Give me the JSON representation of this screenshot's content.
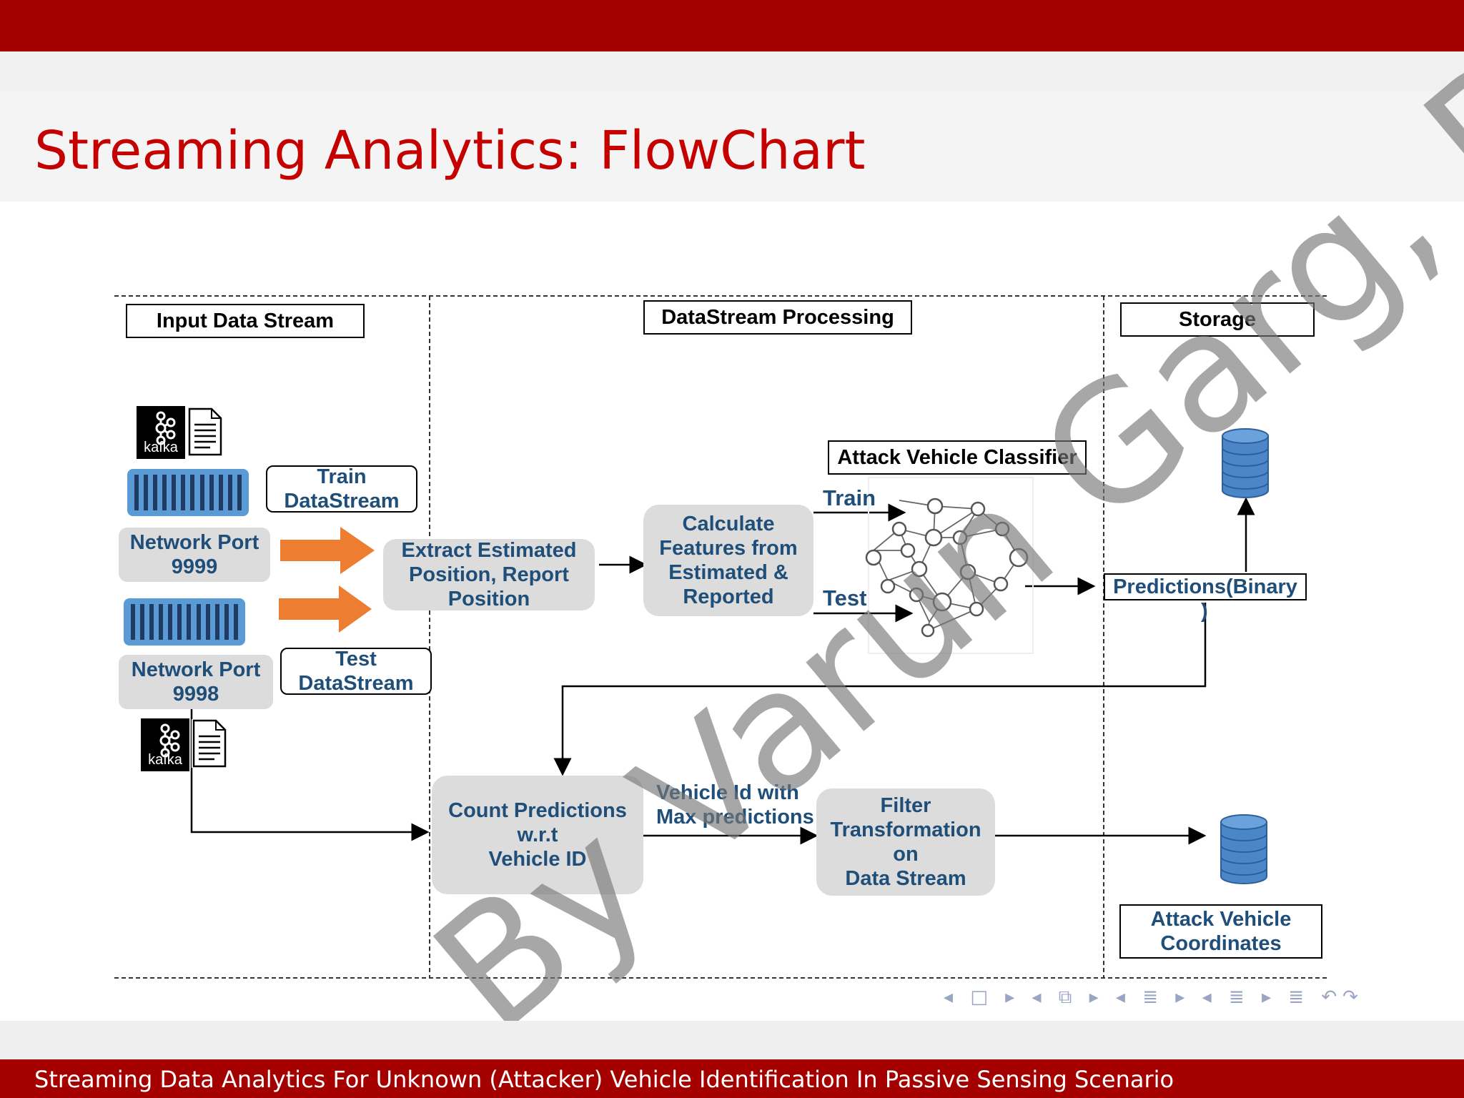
{
  "slide": {
    "title": "Streaming Analytics:  FlowChart",
    "footer": "Streaming Data Analytics For Unknown (Attacker) Vehicle Identification In Passive Sensing Scenario",
    "watermark": "By Varun Garg, Ph",
    "nav_symbols": "◂ □ ▸ ◂ ⧉ ▸ ◂ ≣ ▸ ◂ ≣ ▸ ≣ ↶↷"
  },
  "diagram": {
    "sections": {
      "input": "Input Data  Stream",
      "processing": "DataStream Processing",
      "storage": "Storage"
    },
    "kafka_logo": "kafka",
    "train_stream": {
      "line1": "Train",
      "line2": "DataStream"
    },
    "test_stream": {
      "line1": "Test",
      "line2": "DataStream"
    },
    "port_9999": {
      "line1": "Network Port",
      "line2": "9999"
    },
    "port_9998": {
      "line1": "Network Port",
      "line2": "9998"
    },
    "extract": {
      "line1": "Extract Estimated",
      "line2": "Position, Report",
      "line3": "Position"
    },
    "calculate": {
      "line1": "Calculate",
      "line2": "Features from",
      "line3": "Estimated  &",
      "line4": "Reported"
    },
    "classifier_title": "Attack Vehicle Classifier",
    "train_label": "Train",
    "test_label": "Test",
    "predictions": {
      "line1": "Predictions(Binary",
      "line2": ")"
    },
    "count": {
      "line1": "Count Predictions",
      "line2": "w.r.t",
      "line3": "Vehicle ID"
    },
    "max_label": {
      "line1": "Vehicle Id with",
      "line2": "Max predictions"
    },
    "filter": {
      "line1": "Filter",
      "line2": "Transformation",
      "line3": "on",
      "line4": "Data Stream"
    },
    "coords": {
      "line1": "Attack Vehicle",
      "line2": "Coordinates"
    }
  },
  "colors": {
    "accent_red": "#a50000",
    "title_red": "#c40000",
    "node_text": "#1f4e79",
    "process_fill": "#dcdcdc",
    "arrow_orange": "#ed7d31",
    "queue_blue": "#5b9bd5",
    "db_blue": "#4a86c8"
  }
}
